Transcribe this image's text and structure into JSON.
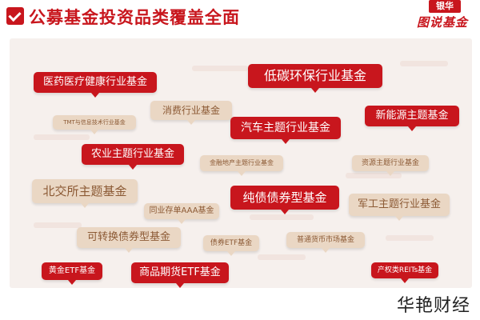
{
  "header": {
    "title": "公募基金投资品类覆盖全面",
    "logo_top": "银华",
    "logo_bottom": "图说基金"
  },
  "tags": [
    {
      "label": "医药医疗健康行业基金",
      "style": "red"
    },
    {
      "label": "低碳环保行业基金",
      "style": "red"
    },
    {
      "label": "消费行业基金",
      "style": "tan"
    },
    {
      "label": "新能源主题基金",
      "style": "red"
    },
    {
      "label": "TMT与信息技术行业基金",
      "style": "tan"
    },
    {
      "label": "汽车主题行业基金",
      "style": "red"
    },
    {
      "label": "农业主题行业基金",
      "style": "red"
    },
    {
      "label": "金融地产主题行业基金",
      "style": "tan"
    },
    {
      "label": "资源主题行业基金",
      "style": "tan"
    },
    {
      "label": "北交所主题基金",
      "style": "tan"
    },
    {
      "label": "纯债债券型基金",
      "style": "red"
    },
    {
      "label": "军工主题行业基金",
      "style": "tan"
    },
    {
      "label": "同业存单AAA基金",
      "style": "tan"
    },
    {
      "label": "可转换债券型基金",
      "style": "tan"
    },
    {
      "label": "债券ETF基金",
      "style": "tan"
    },
    {
      "label": "普通货币市场基金",
      "style": "tan"
    },
    {
      "label": "黄金ETF基金",
      "style": "red"
    },
    {
      "label": "商品期货ETF基金",
      "style": "red"
    },
    {
      "label": "产权类REITs基金",
      "style": "red"
    }
  ],
  "watermark": "华艳财经",
  "colors": {
    "accent": "#c8161d",
    "tan": "#ead7c4",
    "panel": "#f6f0ed"
  }
}
